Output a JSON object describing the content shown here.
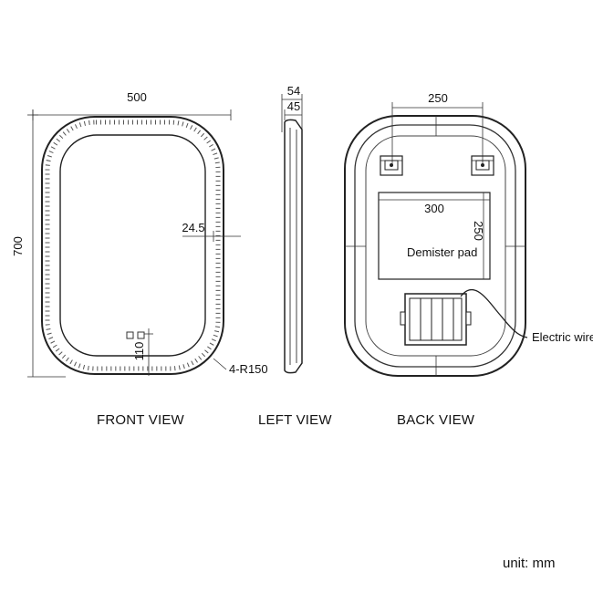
{
  "dimensions": {
    "front_width": "500",
    "front_height": "700",
    "frame_inset": "24.5",
    "sensor_offset": "110",
    "corner_radius": "4-R150",
    "side_depth_total": "54",
    "side_depth_frame": "45",
    "bracket_spacing": "250",
    "pad_width": "300",
    "pad_height": "250"
  },
  "labels": {
    "demister_pad": "Demister pad",
    "electric_wire": "Electric wire"
  },
  "views": {
    "front": "FRONT VIEW",
    "left": "LEFT VIEW",
    "back": "BACK VIEW"
  },
  "unit": "unit: mm"
}
